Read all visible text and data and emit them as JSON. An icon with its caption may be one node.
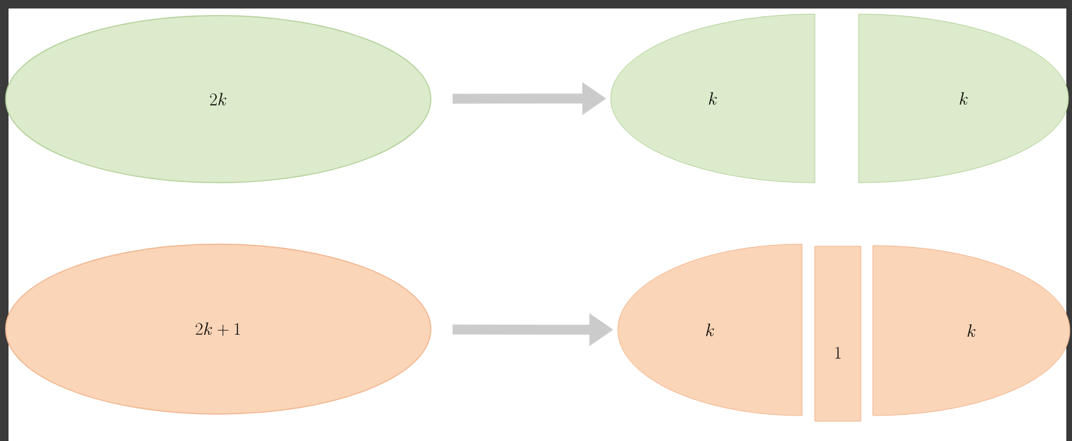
{
  "diagram": {
    "nodes": [
      {
        "text": [
          "2k"
        ]
      },
      {
        "text": [
          "k"
        ]
      },
      {
        "text": [
          "k"
        ]
      },
      {
        "text": [
          "2k+1"
        ]
      },
      {
        "text": [
          "k"
        ]
      },
      {
        "text": [
          "1"
        ]
      },
      {
        "text": [
          "k"
        ]
      }
    ],
    "edges": [
      {
        "from": 0,
        "to": 1,
        "arrow": "to"
      },
      {
        "from": 3,
        "to": 4,
        "arrow": "to"
      }
    ]
  }
}
